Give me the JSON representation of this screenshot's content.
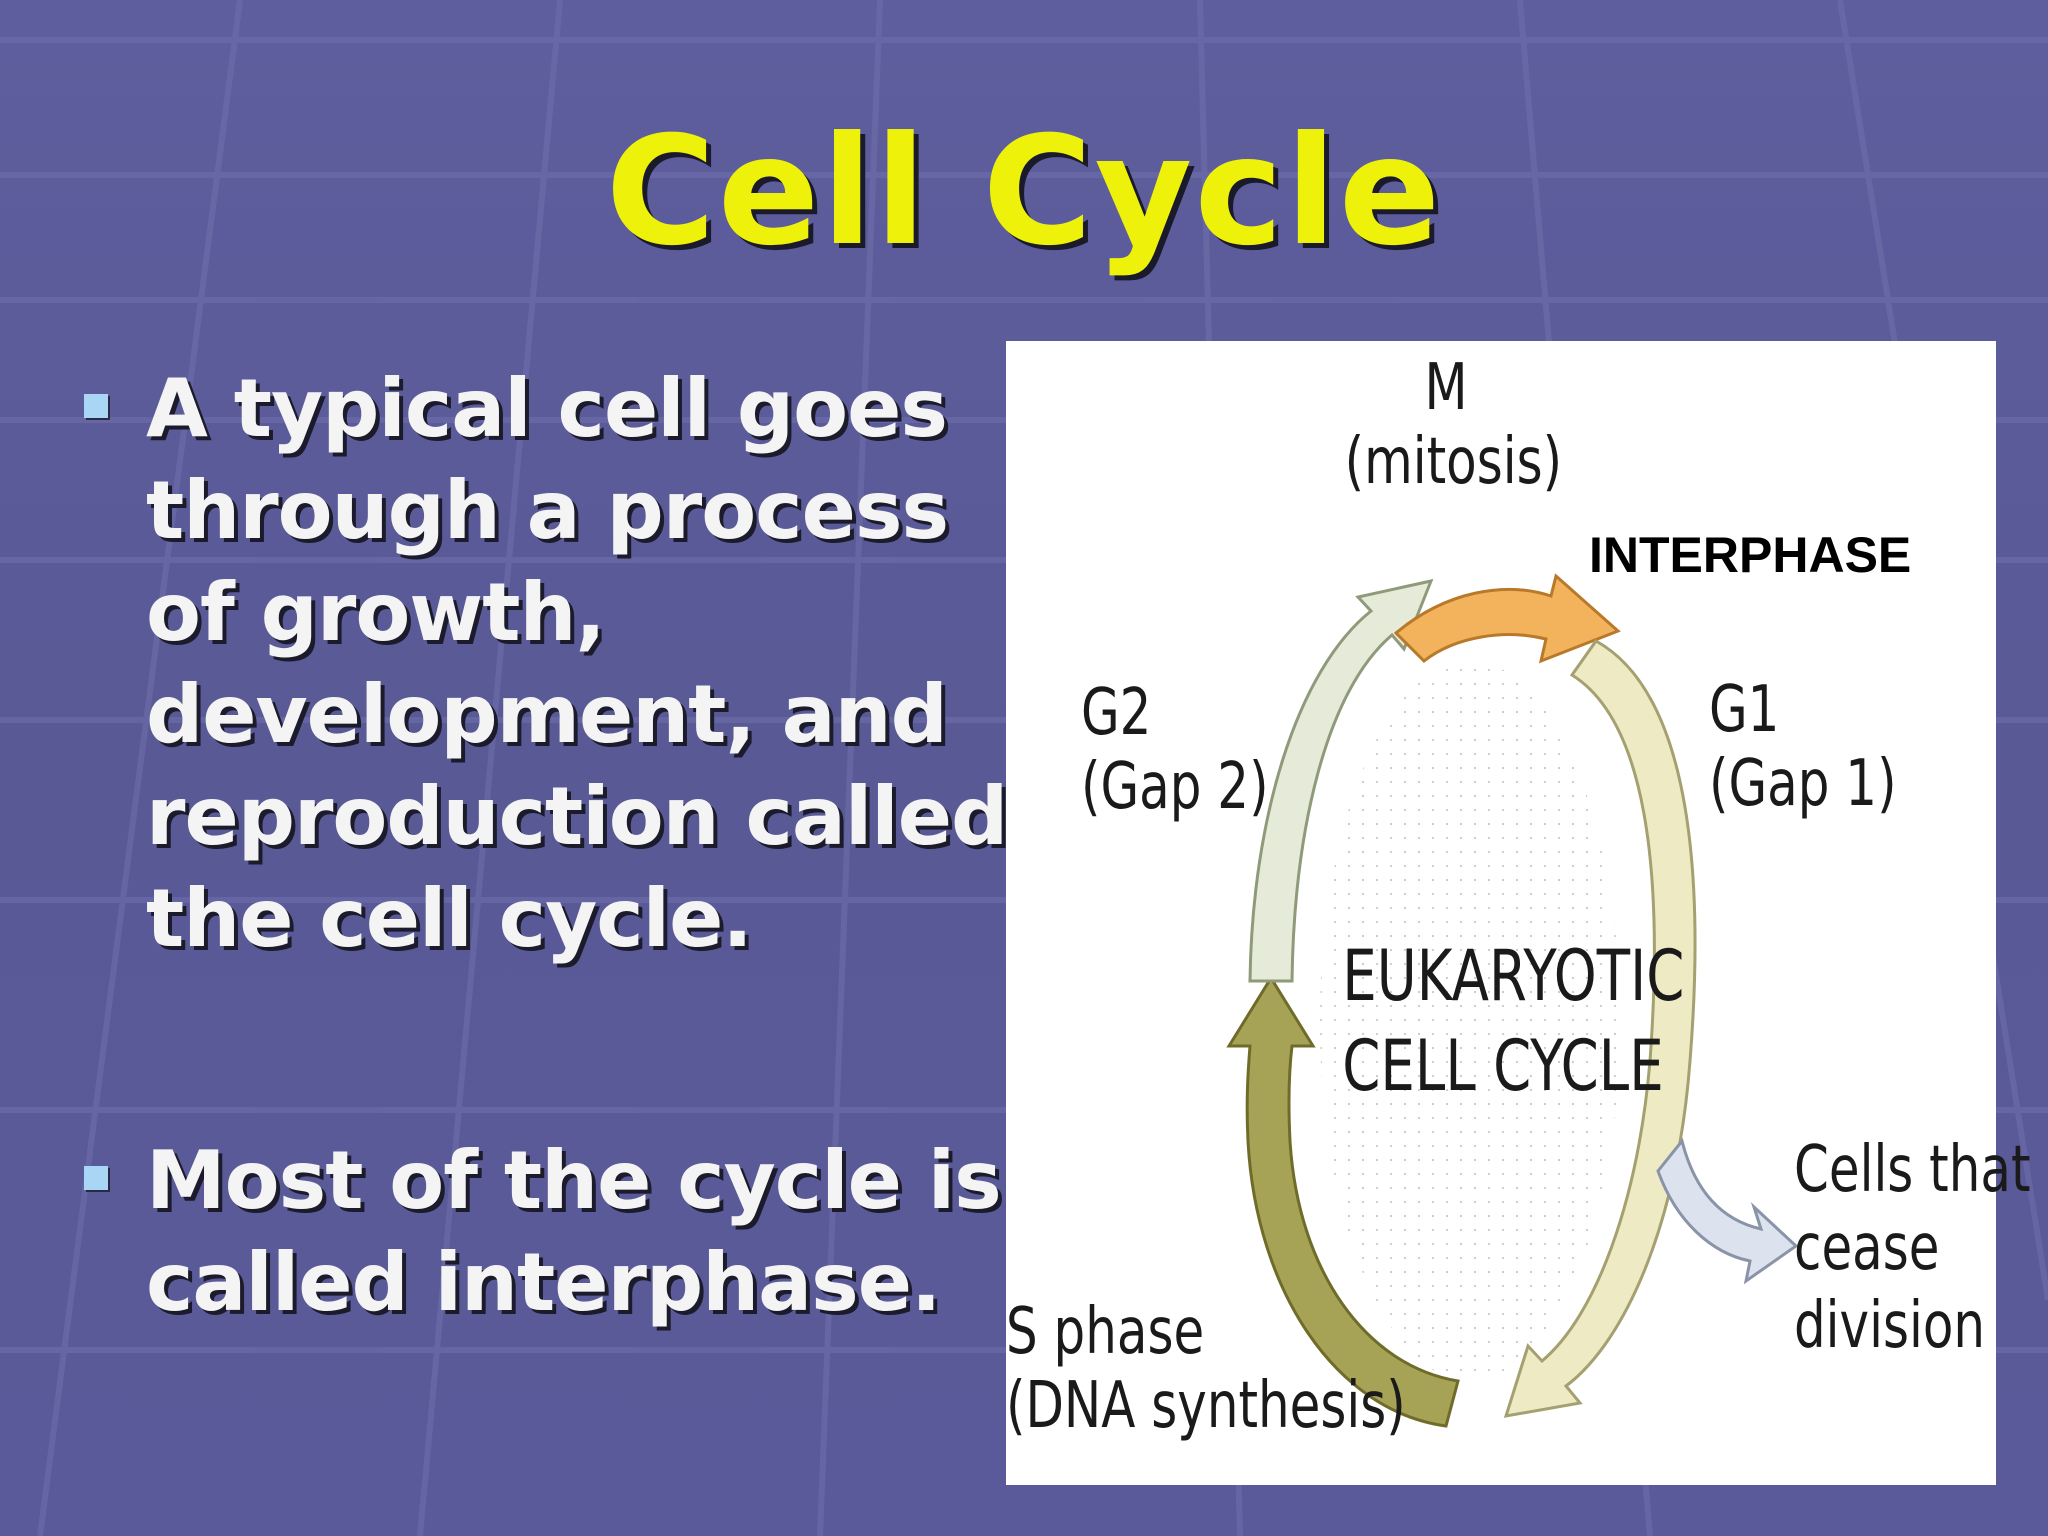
{
  "slide": {
    "title": "Cell Cycle",
    "bullets": [
      "A typical cell goes through a process of growth, development, and reproduction called the cell cycle.",
      "Most of the cycle is called interphase."
    ]
  },
  "diagram": {
    "center_label_line1": "EUKARYOTIC",
    "center_label_line2": "CELL CYCLE",
    "m_line1": "M",
    "m_line2": "(mitosis)",
    "interphase": "INTERPHASE",
    "g1_line1": "G1",
    "g1_line2": "(Gap 1)",
    "g2_line1": "G2",
    "g2_line2": "(Gap 2)",
    "s_line1": "S phase",
    "s_line2": "(DNA synthesis)",
    "exit_line1": "Cells that",
    "exit_line2": "cease",
    "exit_line3": "division"
  },
  "colors": {
    "title": "#eef20a",
    "background": "#5b5b99",
    "m_arrow": "#f2b35c",
    "g1_arrow": "#eeeac4",
    "s_arrow": "#a7a356",
    "g2_arrow": "#e6ebd9",
    "exit_arrow": "#dde3ee"
  }
}
